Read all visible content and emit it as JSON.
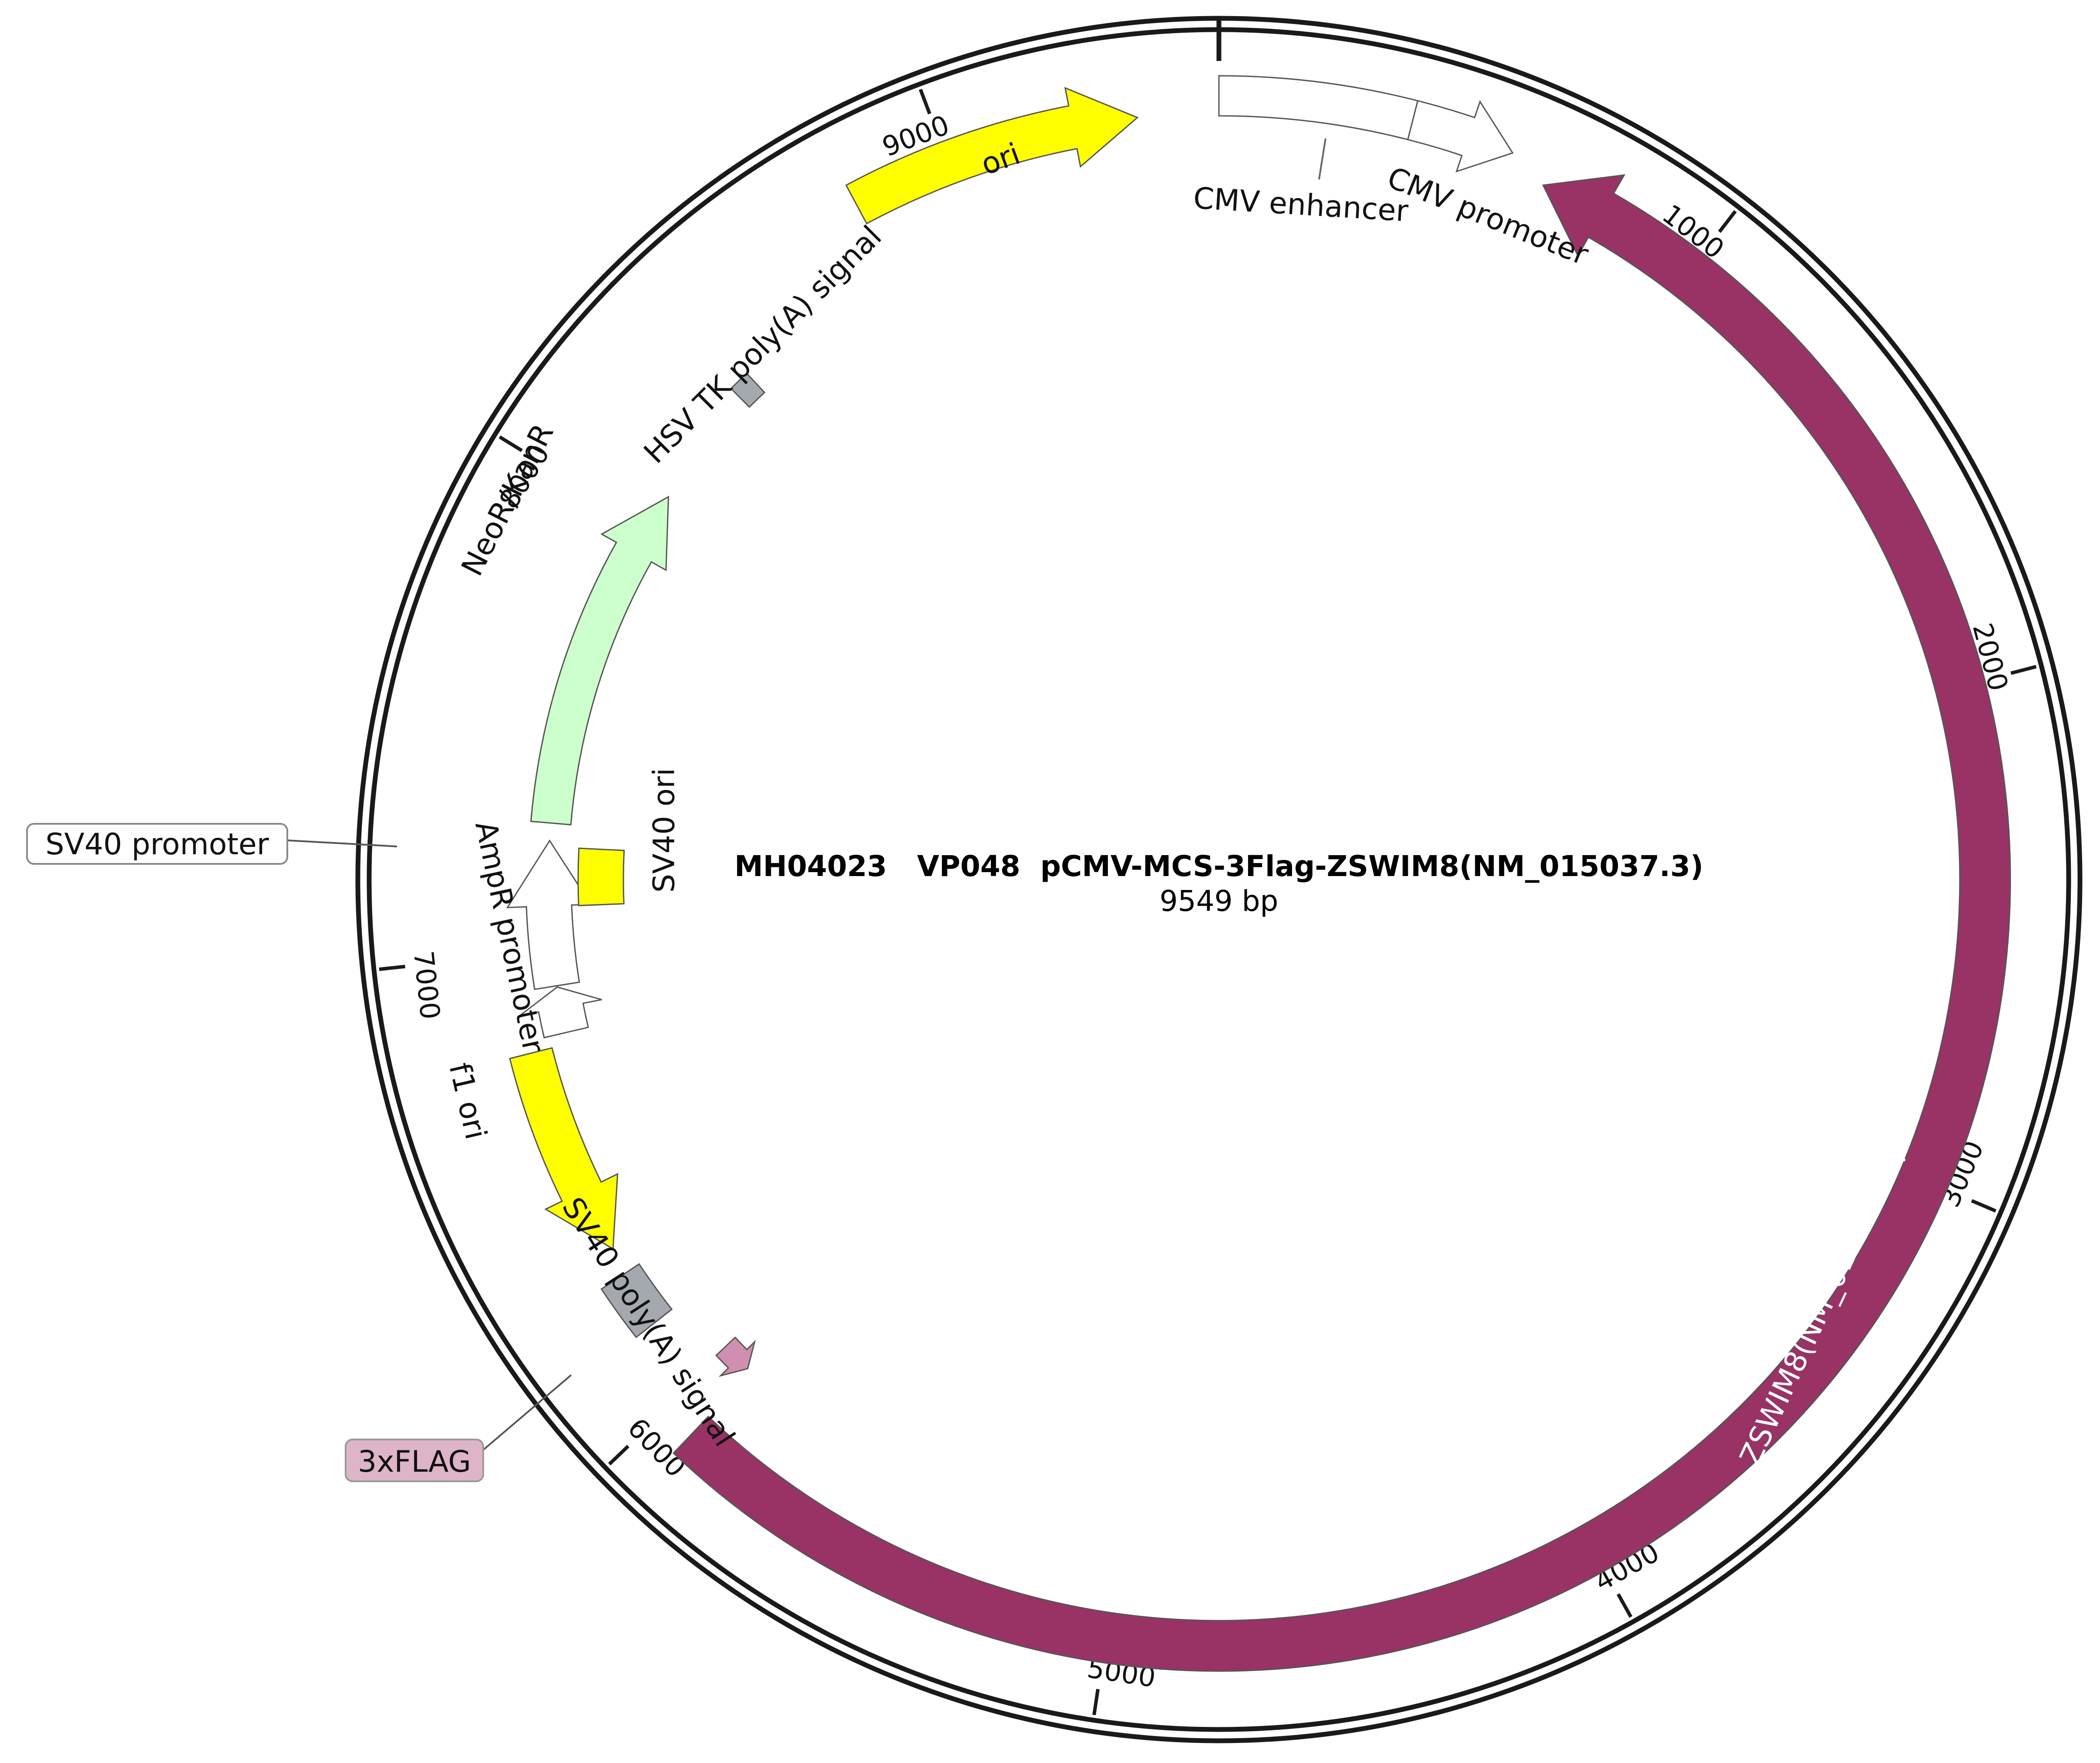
{
  "plasmid": {
    "name": "MH04023   VP048  pCMV-MCS-3Flag-ZSWIM8(NM_015037.3)",
    "size_label": "9549 bp",
    "length_bp": 9549
  },
  "ticks": [
    {
      "bp": 1000,
      "label": "1000"
    },
    {
      "bp": 2000,
      "label": "2000"
    },
    {
      "bp": 3000,
      "label": "3000"
    },
    {
      "bp": 4000,
      "label": "4000"
    },
    {
      "bp": 5000,
      "label": "5000"
    },
    {
      "bp": 6000,
      "label": "6000"
    },
    {
      "bp": 7000,
      "label": "7000"
    },
    {
      "bp": 8000,
      "label": "8000"
    },
    {
      "bp": 9000,
      "label": "9000"
    }
  ],
  "features": [
    {
      "name": "CMV enhancer",
      "start": 0,
      "end": 380,
      "strand": 1,
      "color": "#ffffff"
    },
    {
      "name": "CMV promoter",
      "start": 380,
      "end": 584,
      "strand": 1,
      "color": "#ffffff"
    },
    {
      "name": "ZSWIM8(NM_015037.3)",
      "start": 664,
      "end": 5930,
      "strand": -1,
      "color": "#993366"
    },
    {
      "name": "3xFLAG",
      "start": 5940,
      "end": 6010,
      "strand": -1,
      "color": "#d08fb0"
    },
    {
      "name": "SV40 poly(A) signal",
      "start": 6150,
      "end": 6272,
      "strand": 0,
      "color": "#a4a9b0"
    },
    {
      "name": "f1 ori",
      "start": 6330,
      "end": 6786,
      "strand": -1,
      "color": "#ffff00"
    },
    {
      "name": "AmpR promoter",
      "start": 6812,
      "end": 6917,
      "strand": 1,
      "color": "#ffffff"
    },
    {
      "name": "SV40 promoter",
      "start": 6920,
      "end": 7250,
      "strand": 1,
      "color": "#ffffff"
    },
    {
      "name": "SV40 ori",
      "start": 7100,
      "end": 7236,
      "strand": 0,
      "color": "#ffff00"
    },
    {
      "name": "NeoR/KanR",
      "start": 7290,
      "end": 8085,
      "strand": 1,
      "color": "#ccffcc"
    },
    {
      "name": "HSV TK poly(A) signal",
      "start": 8360,
      "end": 8408,
      "strand": 0,
      "color": "#a4a9b0"
    },
    {
      "name": "ori",
      "start": 8800,
      "end": 9387,
      "strand": 1,
      "color": "#ffff00"
    }
  ],
  "callouts": {
    "sv40_promoter": "SV40 promoter",
    "flag": "3xFLAG",
    "cmv_enhancer": "CMV enhancer",
    "cmv_promoter": "CMV promoter"
  }
}
